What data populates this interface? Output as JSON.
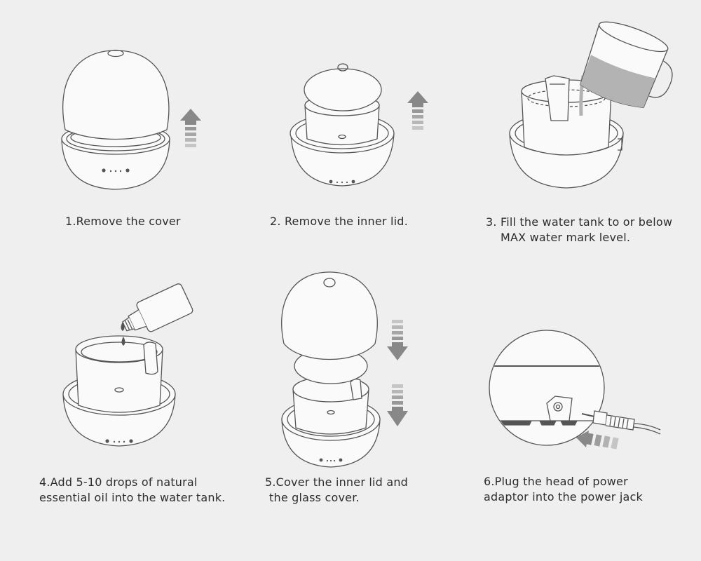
{
  "steps": [
    {
      "lines": [
        "1.Remove the cover"
      ]
    },
    {
      "lines": [
        "2. Remove the inner lid."
      ]
    },
    {
      "lines": [
        "3. Fill the water tank to or below",
        "MAX water mark level."
      ]
    },
    {
      "lines": [
        "4.Add 5-10 drops of natural",
        "essential oil into the water tank."
      ]
    },
    {
      "lines": [
        "5.Cover the inner lid and",
        "the glass cover."
      ]
    },
    {
      "lines": [
        "6.Plug the head of power",
        "adaptor into  the power jack"
      ]
    }
  ],
  "colors": {
    "background": "#efefef",
    "line": "#555555",
    "arrow": "#888888",
    "water": "#b3b3b3"
  },
  "icons": [
    "arrow-up-icon",
    "arrow-down-icon",
    "arrow-left-icon",
    "oil-drop-icon"
  ]
}
